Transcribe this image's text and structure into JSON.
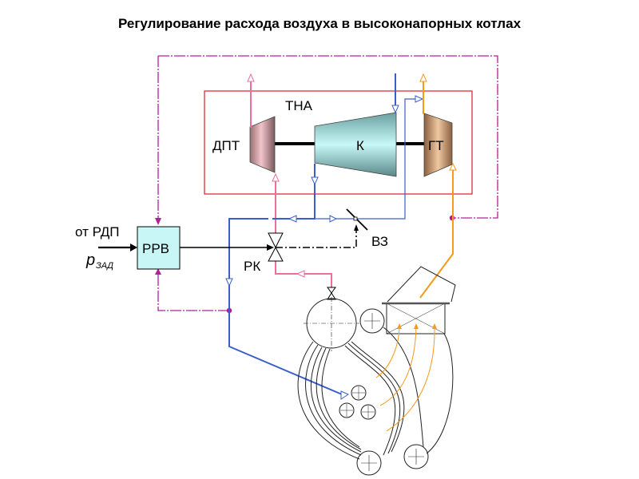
{
  "title": "Регулирование расхода воздуха в высоконапорных котлах",
  "labels": {
    "tha": "ТНА",
    "dpt": "ДПТ",
    "k": "К",
    "gt": "ГТ",
    "rrv": "РРВ",
    "from_rdp": "от РДП",
    "p_zad_main": "p",
    "p_zad_sub": "ЗАД",
    "rk": "РК",
    "vz": "ВЗ"
  },
  "colors": {
    "steam_line": "#e8709a",
    "air_line": "#3a5fcd",
    "gas_line": "#f59a1a",
    "signal_line": "#b0209a",
    "frame": "#d42020",
    "control_line": "#000000",
    "rrv_fill": "#c8f6f6",
    "junction": "#c0108a"
  }
}
